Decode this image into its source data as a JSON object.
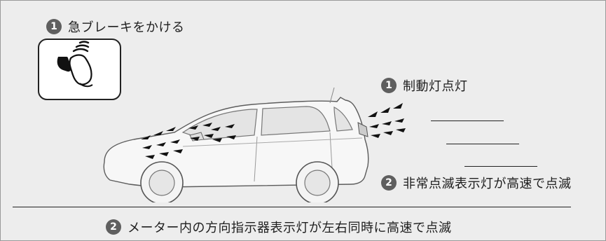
{
  "steps": {
    "sudden_braking": {
      "number": "1",
      "label": "急ブレーキをかける"
    },
    "brake_lights": {
      "number": "1",
      "label": "制動灯点灯"
    },
    "hazard_lights": {
      "number": "2",
      "label": "非常点滅表示灯が高速で点滅"
    },
    "meter_indicator": {
      "number": "2",
      "label": "メーター内の方向指示器表示灯が左右同時に高速で点滅"
    }
  },
  "icons": {
    "brake_pedal": "foot-pressing-brake-pedal-icon",
    "vehicle": "hatchback-car-rear-view-illustration"
  },
  "colors": {
    "panel_background": "#ededed",
    "number_badge": "#5f5f5f",
    "text": "#1e1e1e"
  }
}
